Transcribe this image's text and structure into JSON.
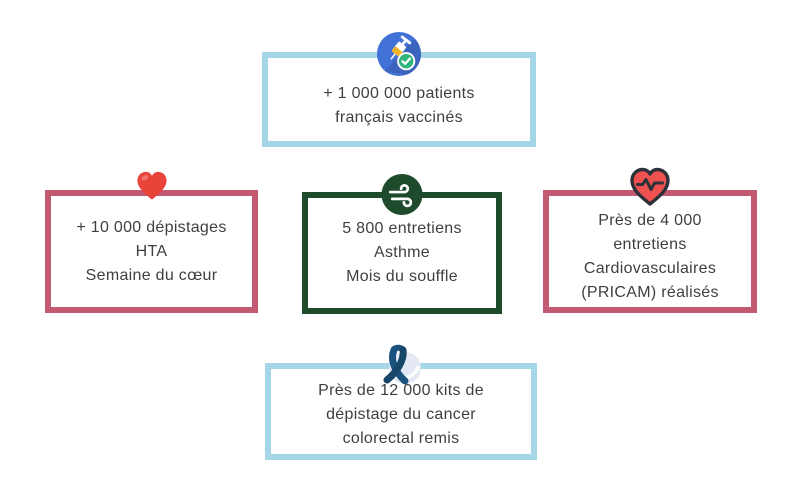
{
  "page": {
    "background": "#ffffff",
    "description": "Infographic of five health statistics cards arranged in a cross layout"
  },
  "colors": {
    "accent_blue": "#a4d6e7",
    "accent_rose": "#c25b71",
    "accent_green": "#1e4b2c",
    "text": "#3f3f3f",
    "vaccine_circle_blue": "#4271d7",
    "check_green": "#2fb57c",
    "syringe_yellow": "#f1b32b",
    "heart_red": "#e9433a",
    "pulse_heart_red": "#ee5250",
    "pulse_outline_dark": "#2c3038",
    "ribbon_blue": "#1a527f",
    "ribbon_back_circle": "#e4e8f4"
  },
  "cards": [
    {
      "id": "vaccination",
      "icon": "vaccine-syringe-icon",
      "accent": "#a4d6e7",
      "lines": [
        "+ 1 000 000 patients",
        "français vaccinés"
      ]
    },
    {
      "id": "hta",
      "icon": "red-heart-icon",
      "accent": "#c25b71",
      "lines": [
        "+ 10 000 dépistages",
        "HTA",
        "Semaine du cœur"
      ]
    },
    {
      "id": "asthme",
      "icon": "wind-icon",
      "accent": "#1e4b2c",
      "lines": [
        "5 800 entretiens",
        "Asthme",
        "Mois du souffle"
      ]
    },
    {
      "id": "pricam",
      "icon": "heart-pulse-icon",
      "accent": "#c25b71",
      "lines": [
        "Près de 4 000",
        "entretiens",
        "Cardiovasculaires",
        "(PRICAM) réalisés"
      ]
    },
    {
      "id": "colorectal",
      "icon": "blue-ribbon-icon",
      "accent": "#a4d6e7",
      "lines": [
        "Près de 12 000 kits de",
        "dépistage du cancer",
        "colorectal remis"
      ]
    }
  ]
}
